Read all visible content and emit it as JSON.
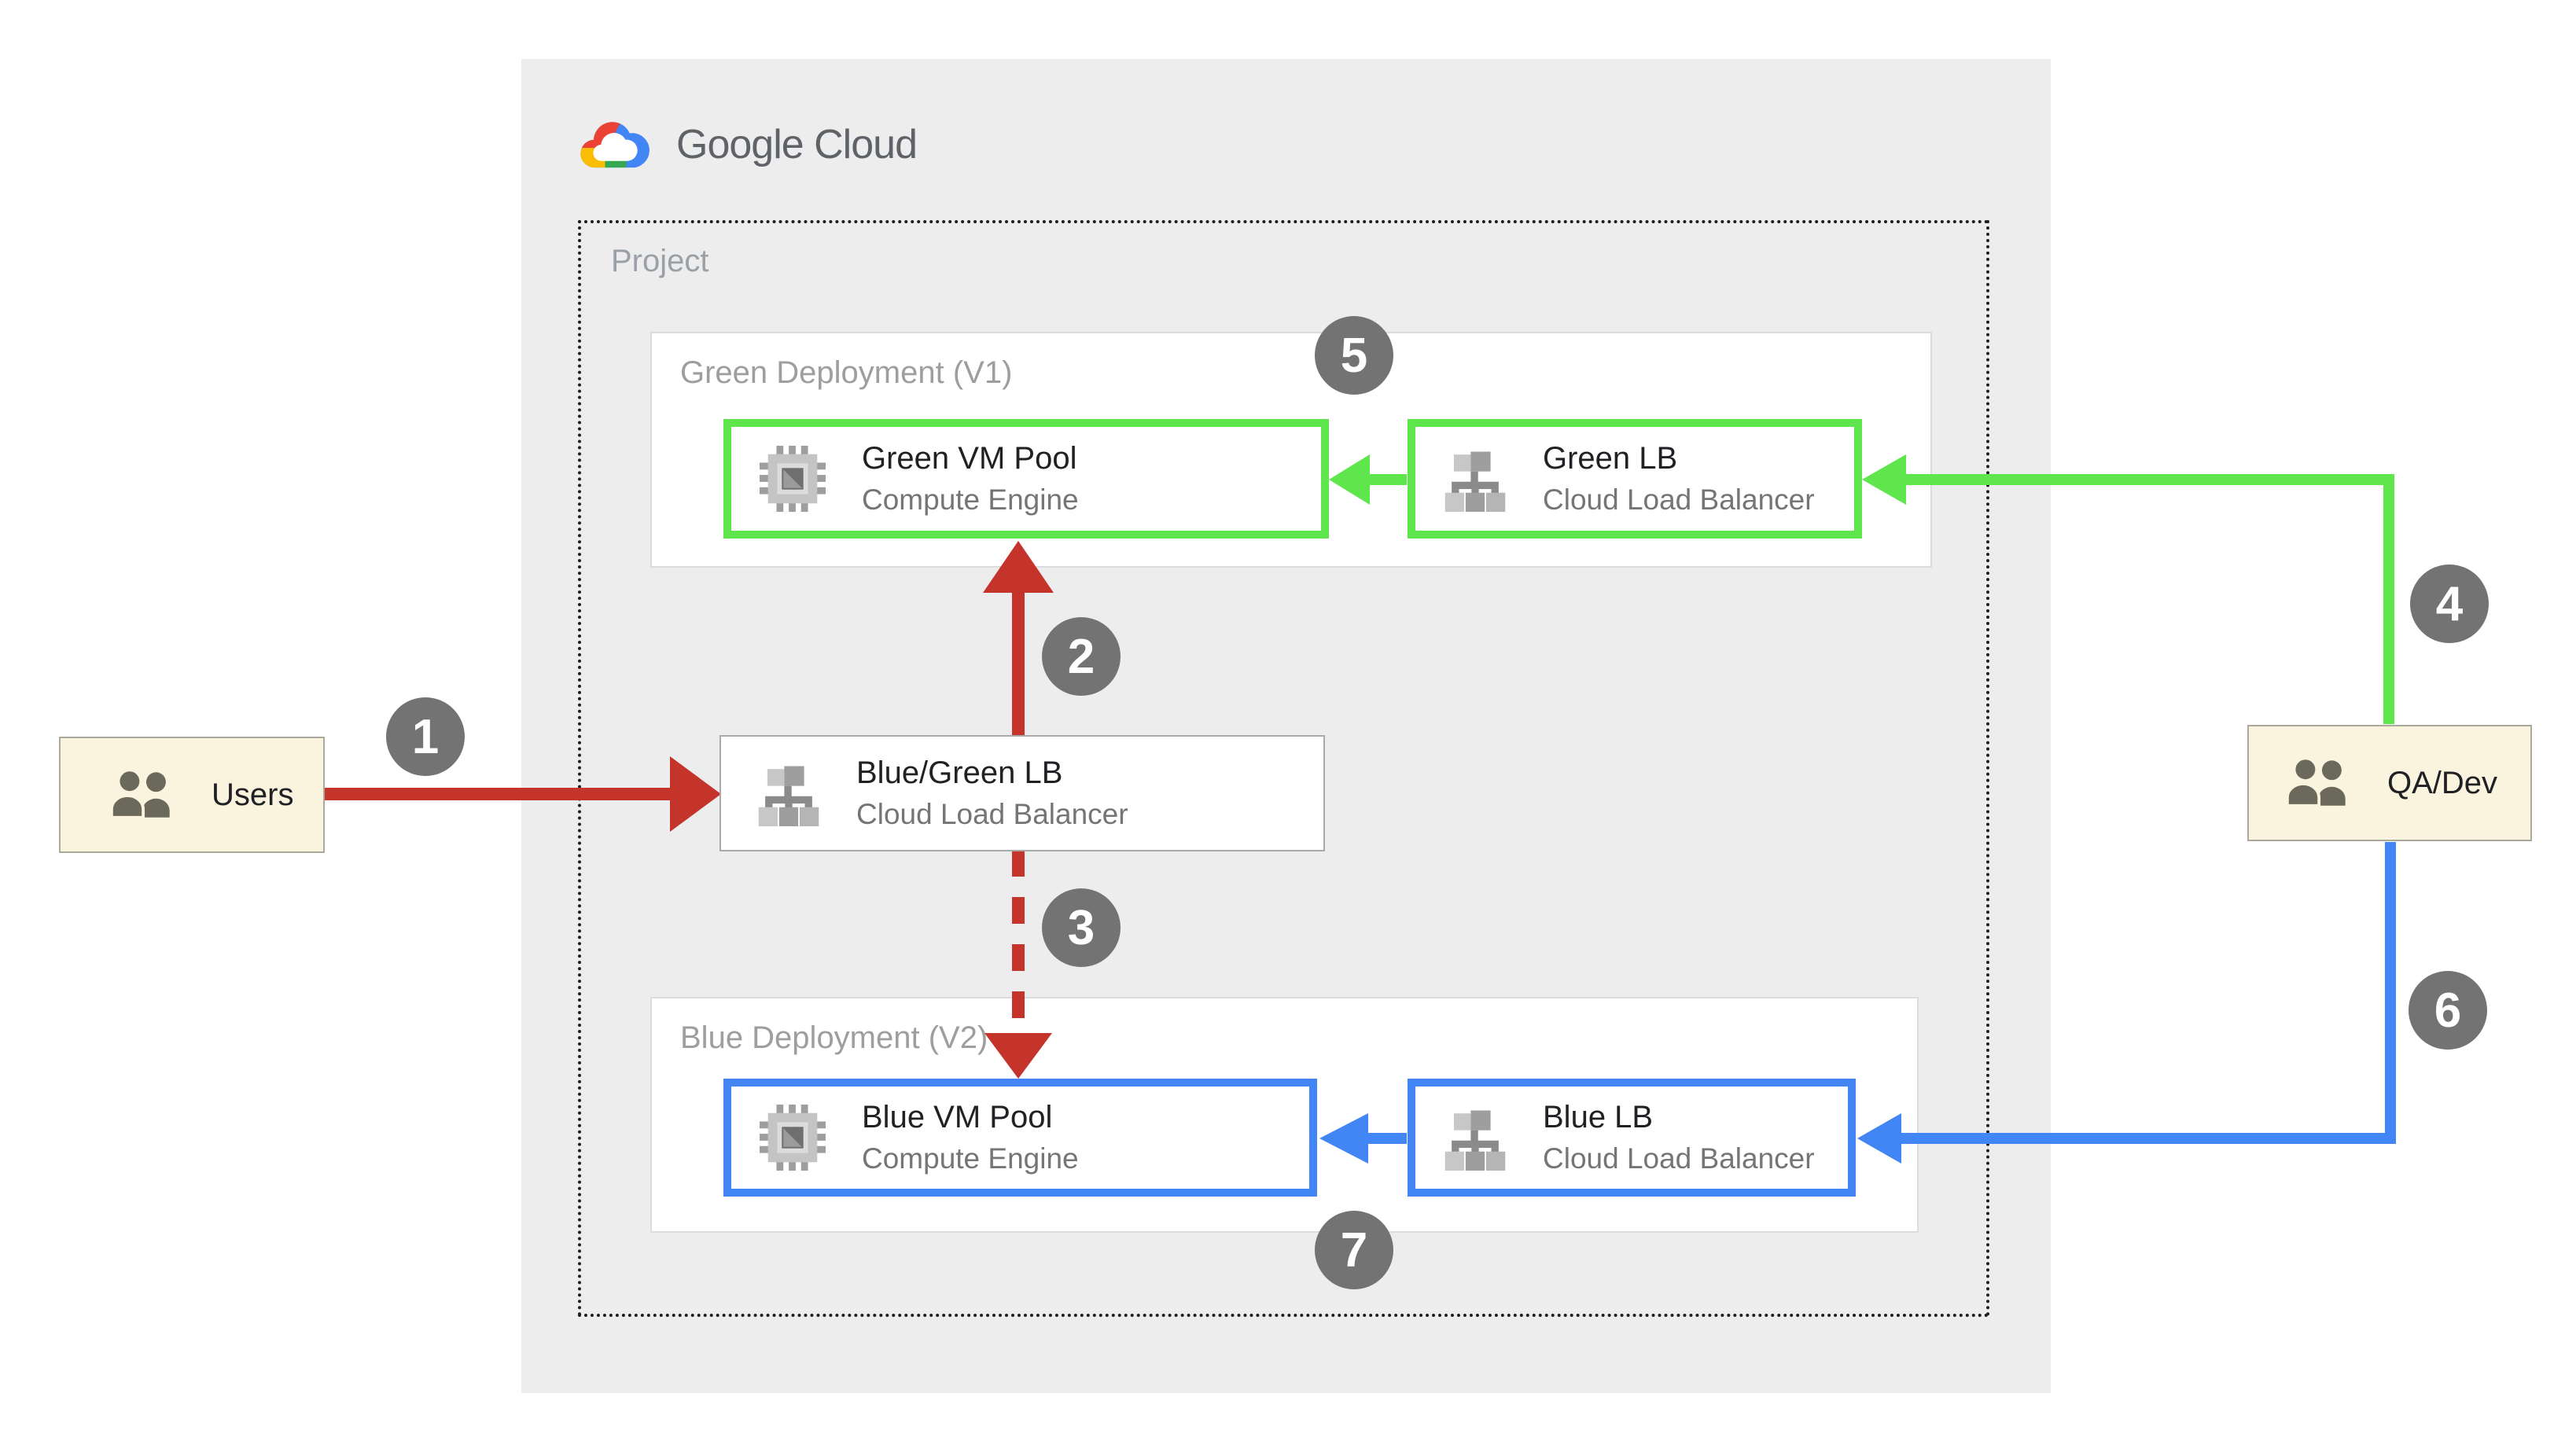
{
  "logo": {
    "text": "Google Cloud"
  },
  "project": {
    "label": "Project"
  },
  "groups": {
    "green": {
      "label": "Green Deployment (V1)"
    },
    "blue": {
      "label": "Blue Deployment (V2)"
    }
  },
  "nodes": {
    "green_vm": {
      "title": "Green VM Pool",
      "subtitle": "Compute Engine"
    },
    "green_lb": {
      "title": "Green LB",
      "subtitle": "Cloud Load Balancer"
    },
    "bluegreen_lb": {
      "title": "Blue/Green LB",
      "subtitle": "Cloud Load Balancer"
    },
    "blue_vm": {
      "title": "Blue VM Pool",
      "subtitle": "Compute Engine"
    },
    "blue_lb": {
      "title": "Blue LB",
      "subtitle": "Cloud Load Balancer"
    },
    "users": {
      "title": "Users"
    },
    "qa_dev": {
      "title": "QA/Dev"
    }
  },
  "badges": {
    "b1": "1",
    "b2": "2",
    "b3": "3",
    "b4": "4",
    "b5": "5",
    "b6": "6",
    "b7": "7"
  },
  "icons": {
    "compute_engine": "compute-engine-icon",
    "load_balancer": "load-balancer-icon",
    "users": "users-icon",
    "logo_cloud": "google-cloud-logo-icon"
  },
  "colors": {
    "green_accent": "#5FE64C",
    "blue_accent": "#4285F4",
    "red_accent": "#C5342B",
    "badge_gray": "#737373",
    "panel_gray": "#EDEDED",
    "actor_fill": "#FAF3DE",
    "label_gray": "#9E9E9E",
    "subtitle_gray": "#757575"
  }
}
